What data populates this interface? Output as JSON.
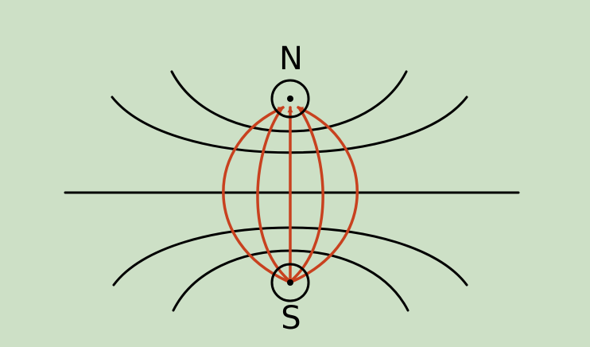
{
  "poles": {
    "north": {
      "label": "N"
    },
    "south": {
      "label": "S"
    }
  },
  "colors": {
    "background": "#cde0c6",
    "equipotential_lines": "#000000",
    "field_lines": "#c8411f",
    "pole_markers": "#000000"
  },
  "elements": {
    "equipotential_line_count": 5,
    "field_line_count": 5,
    "field_line_direction": "south-to-north"
  }
}
